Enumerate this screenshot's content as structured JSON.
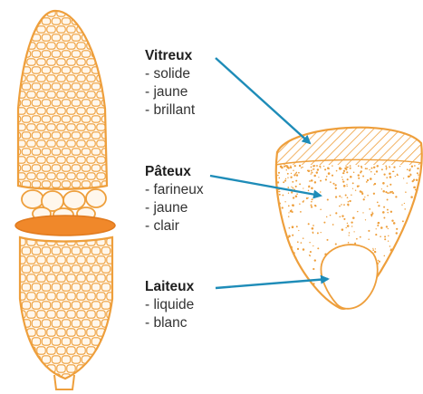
{
  "labels": {
    "vitreux": {
      "title": "Vitreux",
      "items": [
        "- solide",
        "- jaune",
        "- brillant"
      ]
    },
    "pateux": {
      "title": "Pâteux",
      "items": [
        "- farineux",
        "- jaune",
        "- clair"
      ]
    },
    "laiteux": {
      "title": "Laiteux",
      "items": [
        "- liquide",
        "- blanc"
      ]
    }
  },
  "colors": {
    "corn_orange": "#EE9F3C",
    "corn_band": "#F0882A",
    "arrow_blue": "#1E8CB8",
    "text": "#222222"
  },
  "icons": {
    "corn": "corn-cob-illustration",
    "kernel": "kernel-cross-section"
  }
}
